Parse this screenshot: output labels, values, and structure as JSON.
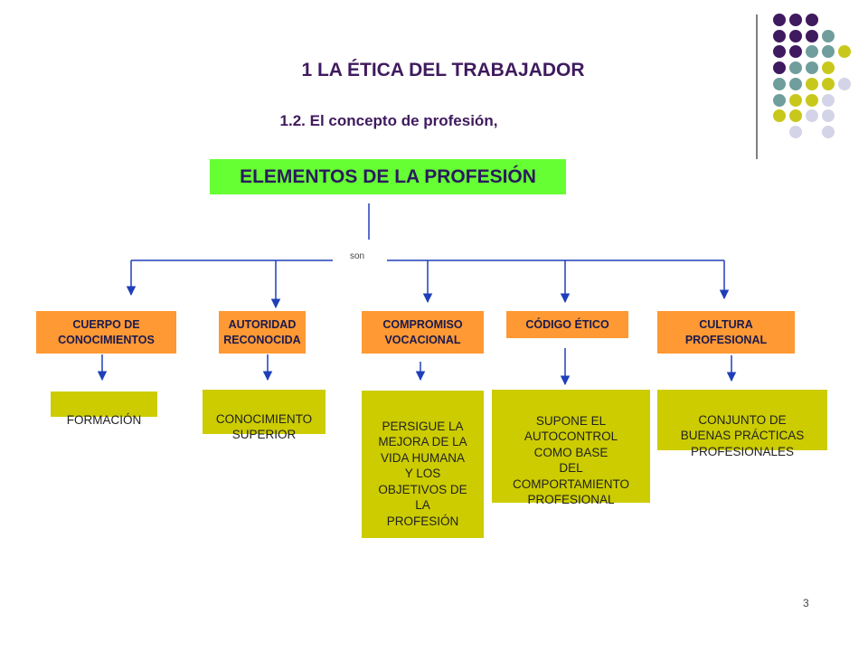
{
  "slide": {
    "title": "1 LA ÉTICA DEL TRABAJADOR",
    "subtitle": "1.2. El concepto de profesión,",
    "page_number": "3"
  },
  "diagram": {
    "root": "ELEMENTOS DE LA PROFESIÓN",
    "connector_label": "son",
    "elements": [
      {
        "label": "CUERPO DE\nCONOCIMIENTOS",
        "description": "FORMACIÓN"
      },
      {
        "label": "AUTORIDAD\nRECONOCIDA",
        "description": "CONOCIMIENTO\nSUPERIOR"
      },
      {
        "label": "COMPROMISO\nVOCACIONAL",
        "description": "PERSIGUE LA\nMEJORA DE LA\nVIDA HUMANA\nY LOS\nOBJETIVOS DE\nLA\nPROFESIÓN"
      },
      {
        "label": "CÓDIGO ÉTICO",
        "description": "SUPONE EL\nAUTOCONTROL\nCOMO BASE\nDEL\nCOMPORTAMIENTO\nPROFESIONAL"
      },
      {
        "label": "CULTURA\nPROFESIONAL",
        "description": "CONJUNTO DE\nBUENAS PRÁCTICAS\nPROFESIONALES"
      }
    ]
  },
  "colors": {
    "title": "#3f1a5e",
    "root_box": "#66ff33",
    "element_box": "#ff9933",
    "description_box": "#cccc00",
    "connector": "#1f3fb8",
    "dot_purple": "#3f1a5e",
    "dot_teal": "#6f9e9c",
    "dot_olive": "#c8c81c",
    "dot_lavender": "#d4d4e8"
  }
}
